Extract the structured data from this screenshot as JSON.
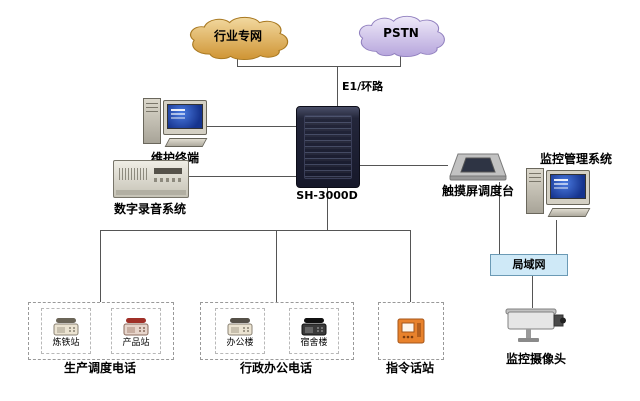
{
  "clouds": {
    "industry": {
      "label": "行业专网"
    },
    "pstn": {
      "label": "PSTN"
    }
  },
  "center": {
    "e1_label": "E1/环路",
    "switch_label": "SH-3000D"
  },
  "left": {
    "maintenance_label": "维护终端",
    "recording_label": "数字录音系统"
  },
  "right": {
    "console_label": "触摸屏调度台",
    "monitor_label": "监控管理系统",
    "lan_label": "局域网",
    "camera_label": "监控摄像头"
  },
  "bottom": {
    "production": {
      "label": "生产调度电话",
      "items": [
        {
          "label": "炼铁站"
        },
        {
          "label": "产品站"
        }
      ]
    },
    "admin": {
      "label": "行政办公电话",
      "items": [
        {
          "label": "办公楼"
        },
        {
          "label": "宿舍楼"
        }
      ]
    },
    "command": {
      "label": "指令话站"
    }
  },
  "colors": {
    "line": "#555555",
    "industry_cloud_top": "#f2d9a0",
    "industry_cloud_bottom": "#cf9433",
    "pstn_cloud_top": "#efeaf9",
    "pstn_cloud_bottom": "#b6a5dc",
    "lan_fill": "#cfe9f7",
    "lan_border": "#6b9ab5",
    "cabinet": "#23263a",
    "screen_blue": "#16348e",
    "command_device": "#e8822c"
  }
}
